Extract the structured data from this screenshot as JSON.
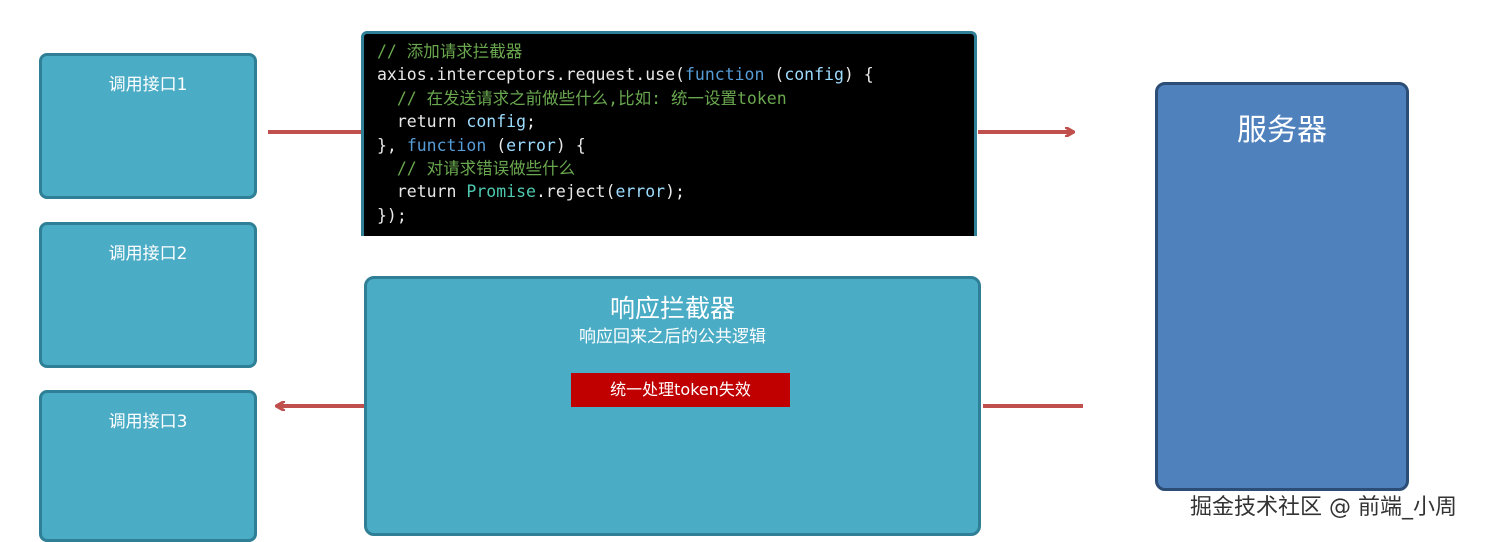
{
  "apis": [
    {
      "label": "调用接口1"
    },
    {
      "label": "调用接口2"
    },
    {
      "label": "调用接口3"
    }
  ],
  "request_interceptor": {
    "code_lines": [
      [
        {
          "t": "// 添加请求拦截器",
          "k": "comment"
        }
      ],
      [
        {
          "t": "axios.interceptors.request.use(",
          "k": "plain"
        },
        {
          "t": "function",
          "k": "keyword"
        },
        {
          "t": " (",
          "k": "plain"
        },
        {
          "t": "config",
          "k": "param"
        },
        {
          "t": ") {",
          "k": "plain"
        }
      ],
      [
        {
          "t": "  ",
          "k": "plain"
        },
        {
          "t": "// 在发送请求之前做些什么,比如: 统一设置token",
          "k": "comment"
        }
      ],
      [
        {
          "t": "  return ",
          "k": "plain"
        },
        {
          "t": "config",
          "k": "param"
        },
        {
          "t": ";",
          "k": "plain"
        }
      ],
      [
        {
          "t": "}, ",
          "k": "plain"
        },
        {
          "t": "function",
          "k": "keyword"
        },
        {
          "t": " (",
          "k": "plain"
        },
        {
          "t": "error",
          "k": "param"
        },
        {
          "t": ") {",
          "k": "plain"
        }
      ],
      [
        {
          "t": "  ",
          "k": "plain"
        },
        {
          "t": "// 对请求错误做些什么",
          "k": "comment"
        }
      ],
      [
        {
          "t": "  return ",
          "k": "plain"
        },
        {
          "t": "Promise",
          "k": "class"
        },
        {
          "t": ".reject(",
          "k": "plain"
        },
        {
          "t": "error",
          "k": "param"
        },
        {
          "t": ");",
          "k": "plain"
        }
      ],
      [
        {
          "t": "});",
          "k": "plain"
        }
      ]
    ]
  },
  "response_interceptor": {
    "title": "响应拦截器",
    "subtitle": "响应回来之后的公共逻辑",
    "button": "统一处理token失效"
  },
  "server": {
    "title": "服务器"
  },
  "watermark": "掘金技术社区 @ 前端_小周",
  "colors": {
    "api_fill": "#4bacc6",
    "server_fill": "#4f81bd",
    "arrow": "#c0504d",
    "token_button": "#c00000"
  }
}
